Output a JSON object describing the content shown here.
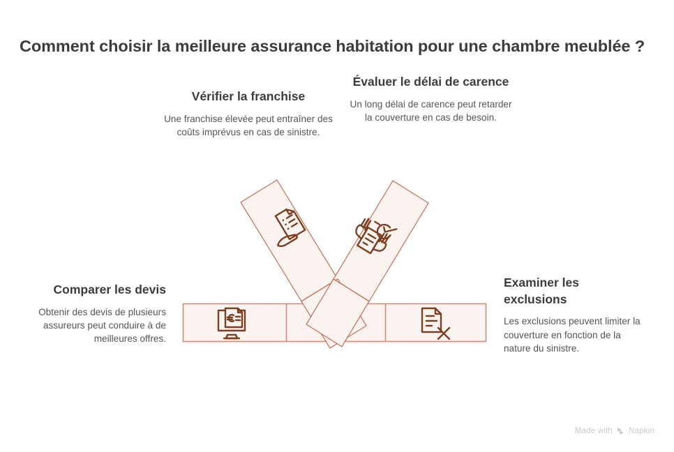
{
  "page": {
    "title": "Comment choisir la meilleure assurance habitation pour une chambre meublée ?",
    "background_color": "#ffffff",
    "accent_color": "#c0634a",
    "shape_fill_color": "#faf3f0",
    "icon_color": "#7b3f22",
    "title_color": "#3c3c3c",
    "body_color": "#555555"
  },
  "blocks": [
    {
      "id": "verifier-la-franchise",
      "title": "Vérifier la franchise",
      "description": "Une franchise élevée peut entraîner des coûts imprévus en cas de sinistre.",
      "icon": "document-in-hand-icon"
    },
    {
      "id": "evaluer-le-delai-de-carence",
      "title": "Évaluer le délai de carence",
      "description": "Un long délai de carence peut retarder la couverture en cas de besoin.",
      "icon": "document-hands-check-icon"
    },
    {
      "id": "comparer-les-devis",
      "title": "Comparer les devis",
      "description": "Obtenir des devis de plusieurs assureurs peut conduire à de meilleures offres.",
      "icon": "monitor-euro-invoice-icon"
    },
    {
      "id": "examiner-les-exclusions",
      "title": "Examiner les exclusions",
      "description": "Les exclusions peuvent limiter la couverture en fonction de la nature du sinistre.",
      "icon": "document-x-icon"
    }
  ],
  "watermark": {
    "text_before": "Made with",
    "brand": "Napkin",
    "logo": "napkin-chevrons-icon"
  }
}
